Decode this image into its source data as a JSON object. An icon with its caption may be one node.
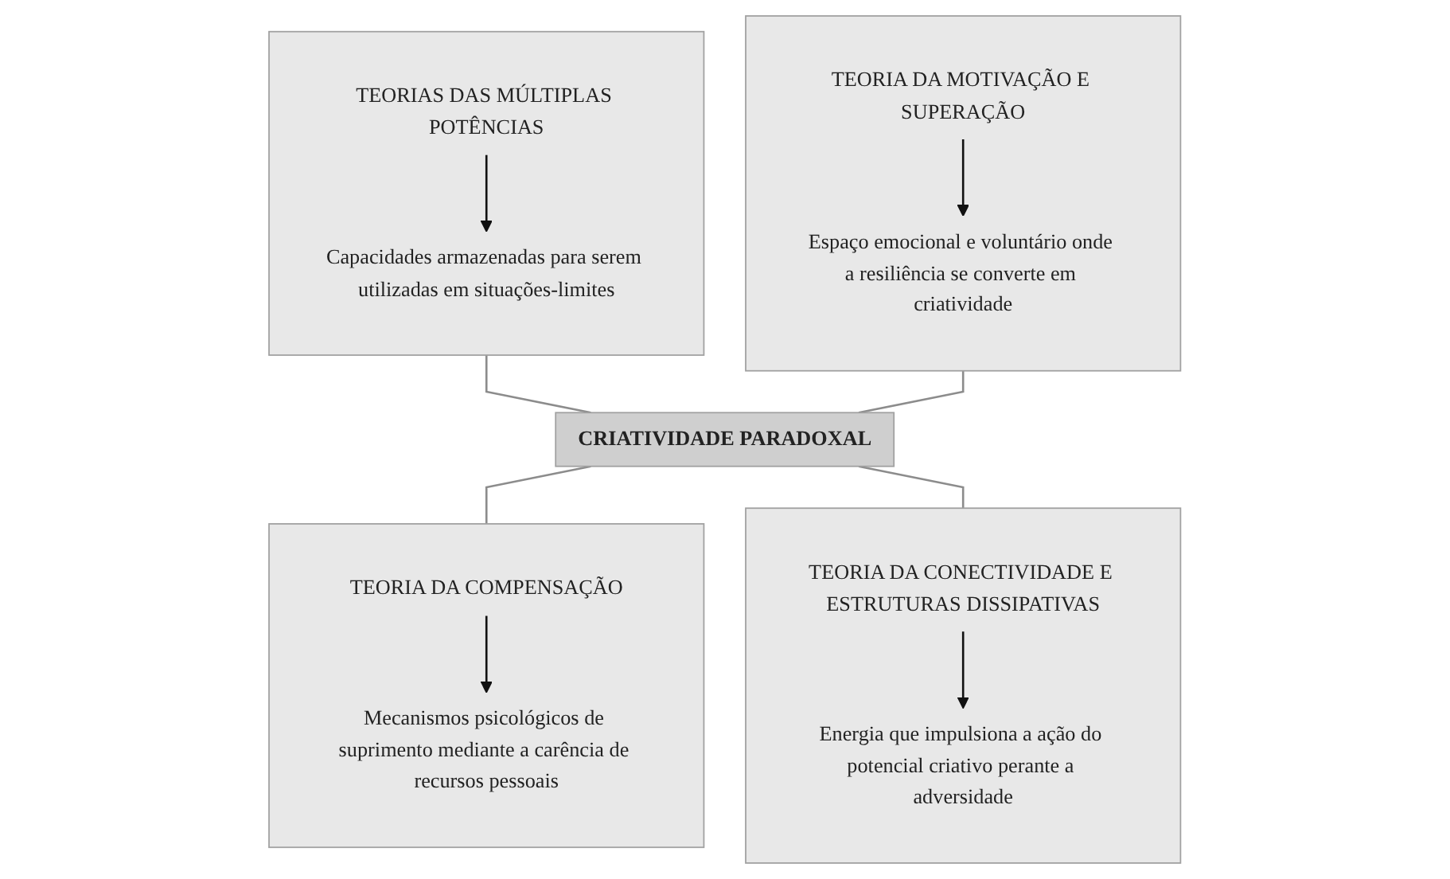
{
  "diagram": {
    "nodes": [
      {
        "text": [],
        "shape": "box"
      },
      {
        "text": [
          "TEORIAS DAS MÚLTIPLAS POTÊNCIAS"
        ],
        "in": 0
      },
      {
        "text": [
          "Capacidades armazenadas para serem utilizadas em situações-limites"
        ],
        "in": 0
      },
      {
        "text": [],
        "shape": "box"
      },
      {
        "text": [
          "TEORIA DA MOTIVAÇÃO E SUPERAÇÃO"
        ],
        "in": 3
      },
      {
        "text": [
          "Espaço emocional e voluntário onde a resiliência se converte em criatividade"
        ],
        "in": 3
      },
      {
        "text": [
          "CRIATIVIDADE PARADOXAL"
        ]
      },
      {
        "text": [],
        "shape": "box"
      },
      {
        "text": [
          "TEORIA DA COMPENSAÇÃO"
        ],
        "in": 7
      },
      {
        "text": [
          "Mecanismos psicológicos de suprimento mediante a carência de recursos pessoais"
        ],
        "in": 7
      },
      {
        "text": [],
        "shape": "box"
      },
      {
        "text": [
          "TEORIA DA CONECTIVIDADE E ESTRUTURAS DISSIPATIVAS"
        ],
        "in": 10
      },
      {
        "text": [
          "Energia que impulsiona a ação do potencial criativo perante a adversidade"
        ],
        "in": 10
      }
    ],
    "edges": [
      {
        "from": 1,
        "to": 2,
        "arrow": "to"
      },
      {
        "from": 4,
        "to": 5,
        "arrow": "to"
      },
      {
        "from": 8,
        "to": 9,
        "arrow": "to"
      },
      {
        "from": 11,
        "to": 12,
        "arrow": "to"
      },
      {
        "from": 0,
        "to": 6,
        "arrow": "none",
        "color": "#8c8c8c"
      },
      {
        "from": 3,
        "to": 6,
        "arrow": "none",
        "color": "#8c8c8c"
      },
      {
        "from": 6,
        "to": 7,
        "arrow": "none",
        "color": "#8c8c8c"
      },
      {
        "from": 6,
        "to": 10,
        "arrow": "none",
        "color": "#8c8c8c"
      }
    ]
  }
}
